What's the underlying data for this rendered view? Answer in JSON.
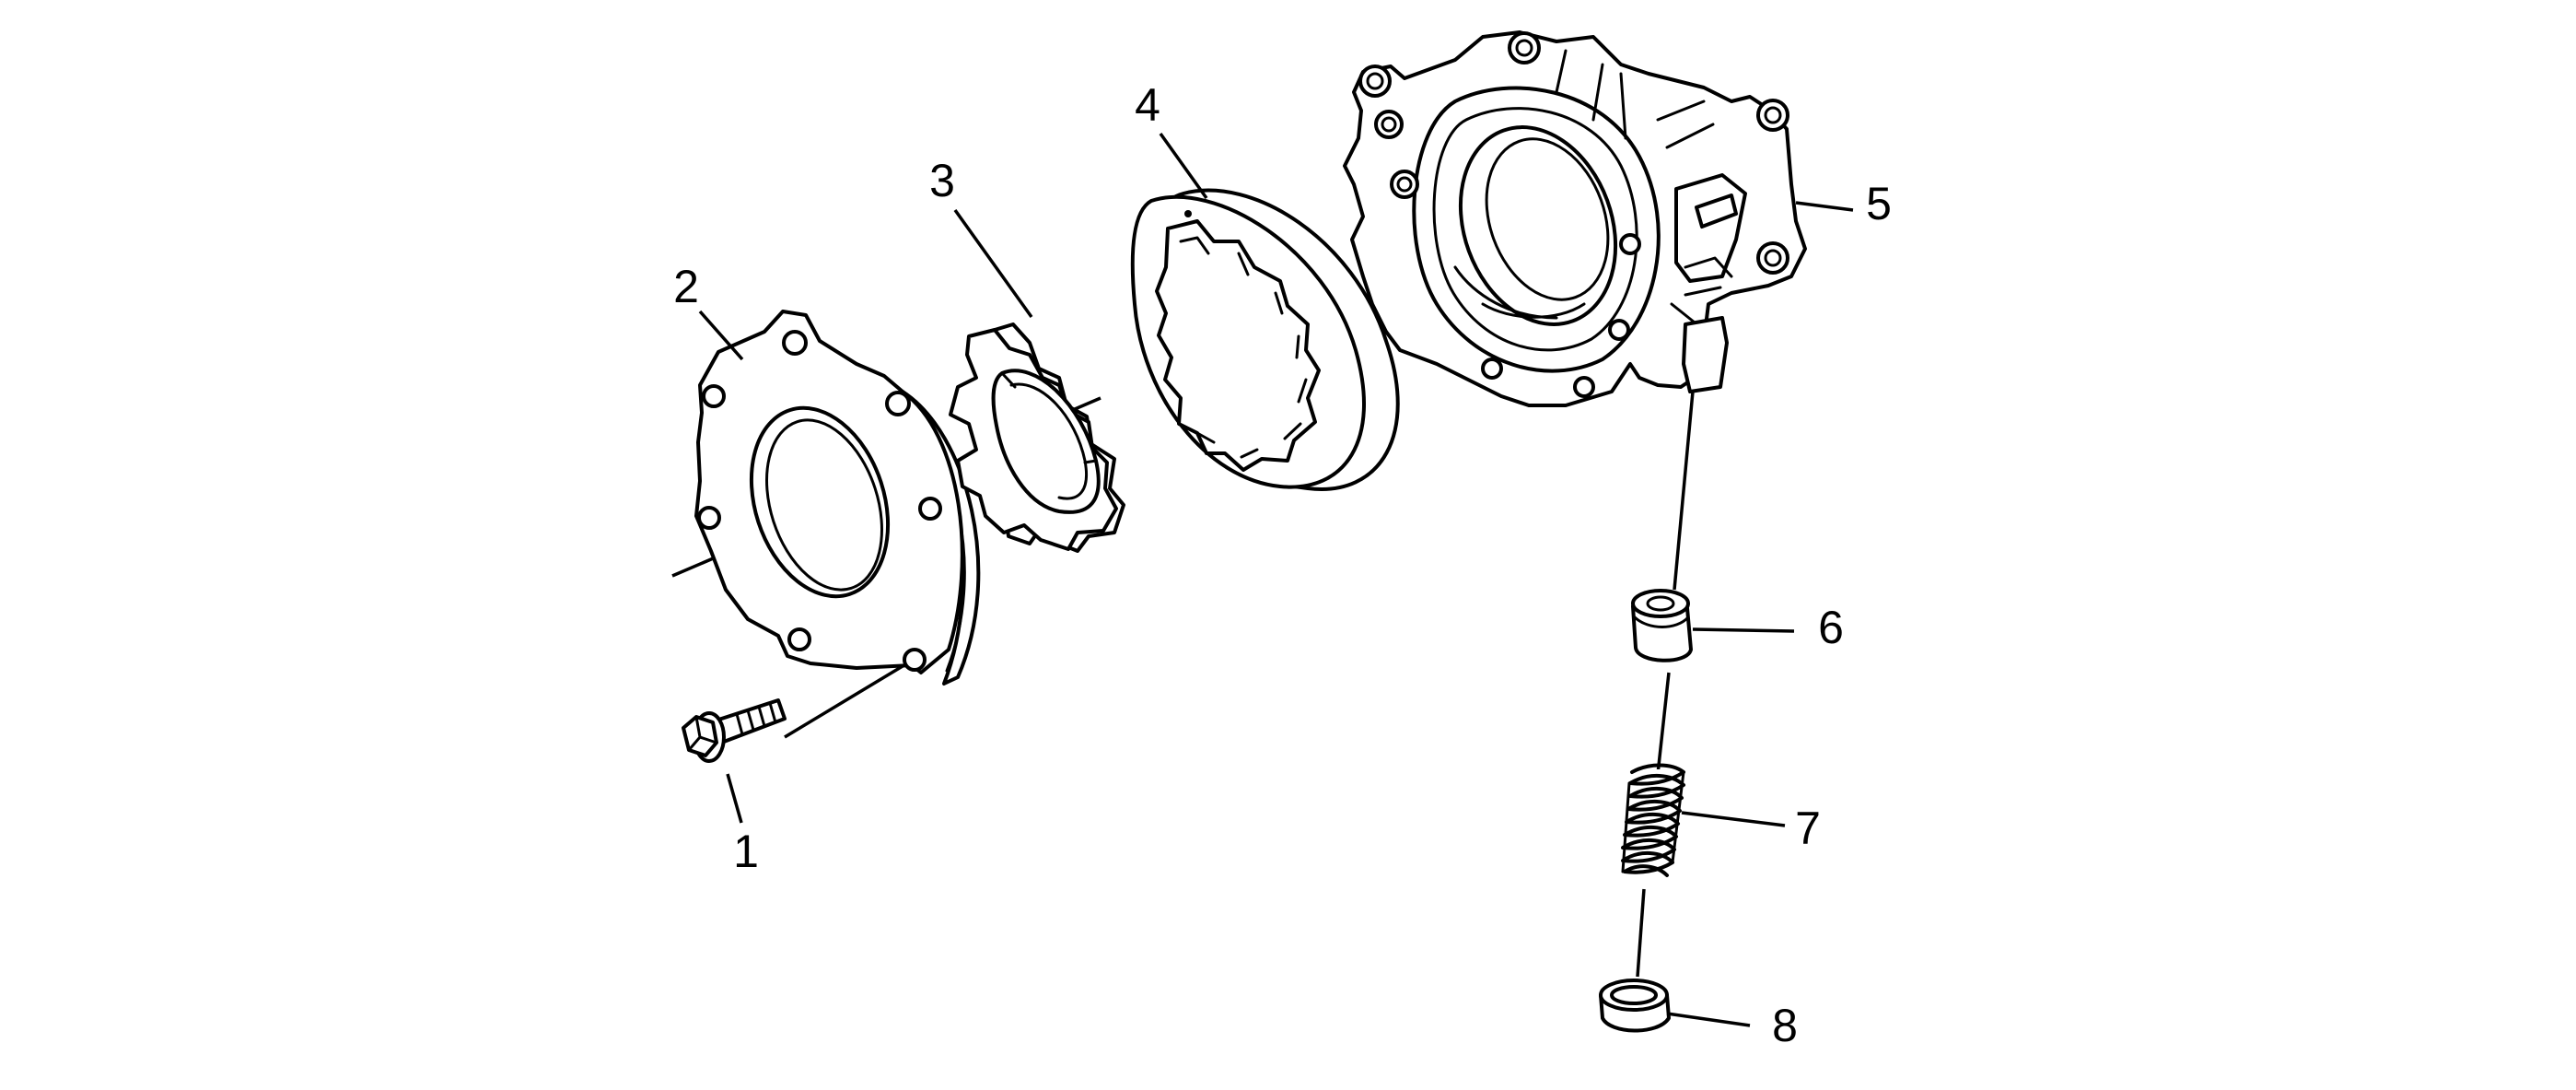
{
  "diagram": {
    "type": "exploded-parts-view",
    "callouts": [
      {
        "id": "1",
        "label": "1"
      },
      {
        "id": "2",
        "label": "2"
      },
      {
        "id": "3",
        "label": "3"
      },
      {
        "id": "4",
        "label": "4"
      },
      {
        "id": "5",
        "label": "5"
      },
      {
        "id": "6",
        "label": "6"
      },
      {
        "id": "7",
        "label": "7"
      },
      {
        "id": "8",
        "label": "8"
      }
    ],
    "parts": [
      {
        "callout": "1",
        "icon": "bolt-icon"
      },
      {
        "callout": "2",
        "icon": "cover-plate-icon"
      },
      {
        "callout": "3",
        "icon": "inner-gear-icon"
      },
      {
        "callout": "4",
        "icon": "outer-gear-ring-icon"
      },
      {
        "callout": "5",
        "icon": "pump-housing-icon"
      },
      {
        "callout": "6",
        "icon": "valve-icon"
      },
      {
        "callout": "7",
        "icon": "spring-icon"
      },
      {
        "callout": "8",
        "icon": "plug-icon"
      }
    ]
  }
}
